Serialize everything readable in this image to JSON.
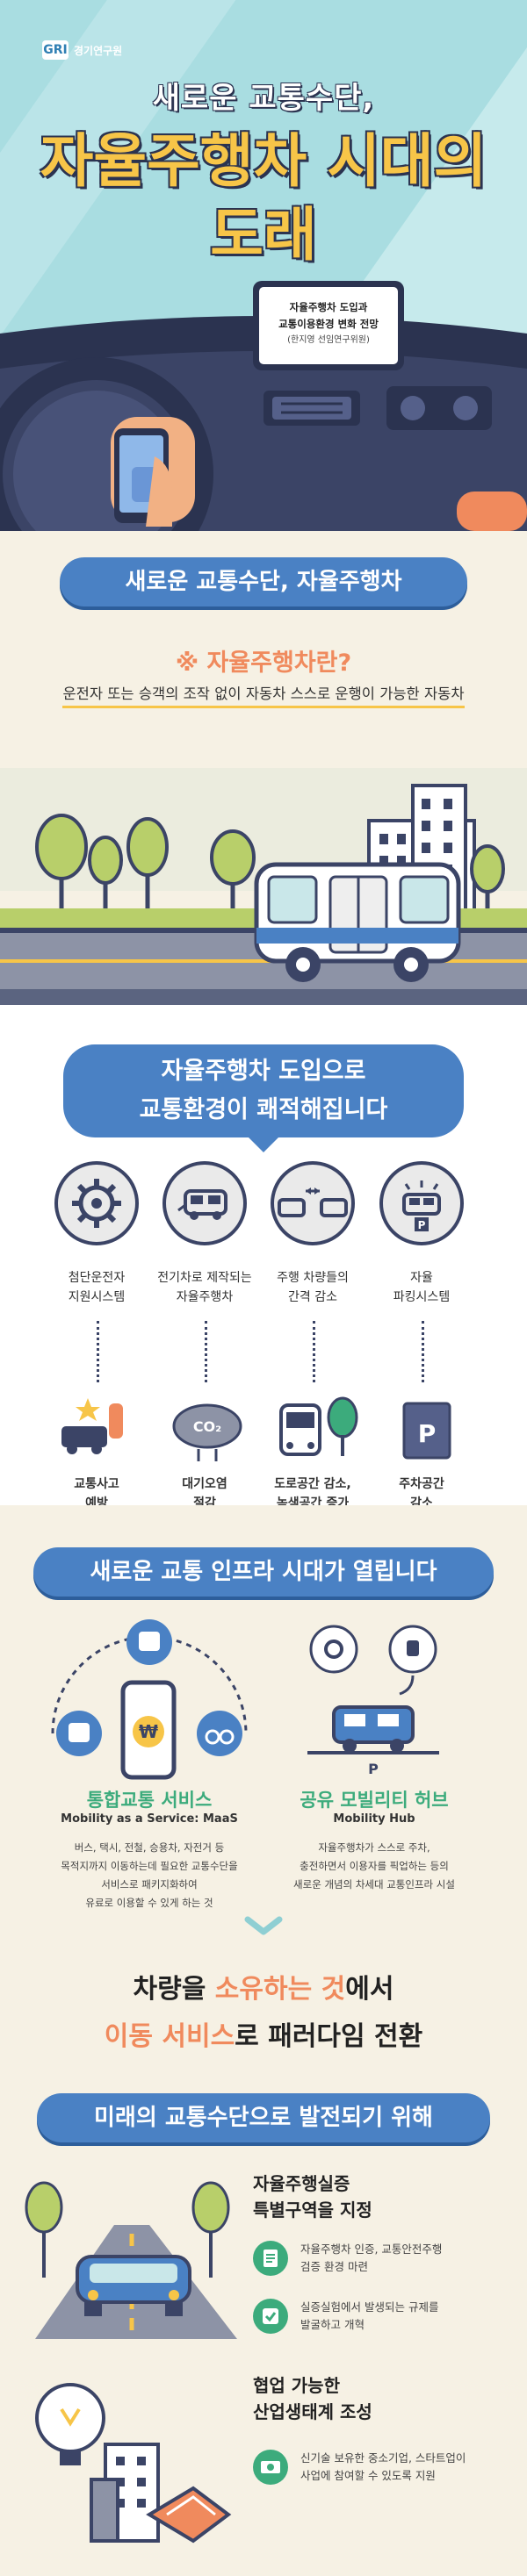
{
  "header": {
    "logo_text": "경기연구원",
    "subtitle": "새로운 교통수단,",
    "title_line1": "자율주행차 시대의",
    "title_line2": "도래"
  },
  "screen": {
    "line1": "자율주행차 도입과",
    "line2": "교통이용환경 변화 전망",
    "line3": "(한지영 선임연구위원)"
  },
  "intro": {
    "pill": "새로운 교통수단, 자율주행차",
    "question": "※ 자율주행차란?",
    "definition": "운전자 또는 승객의 조작 없이 자동차 스스로 운행이 가능한 자동차"
  },
  "benefits": {
    "heading_line1": "자율주행차 도입으로",
    "heading_line2": "교통환경이 쾌적해집니다",
    "items": [
      {
        "label1": "첨단운전자",
        "label2": "지원시스템",
        "result1": "교통사고",
        "result2": "예방"
      },
      {
        "label1": "전기차로 제작되는",
        "label2": "자율주행차",
        "result1": "대기오염",
        "result2": "절감"
      },
      {
        "label1": "주행 차량들의",
        "label2": "간격 감소",
        "result1": "도로공간 감소,",
        "result2": "녹색공간 증가"
      },
      {
        "label1": "자율",
        "label2": "파킹시스템",
        "result1": "주차공간",
        "result2": "감소"
      }
    ],
    "co2_label": "CO₂",
    "parking_label": "P"
  },
  "infra": {
    "pill": "새로운 교통 인프라 시대가 열립니다",
    "maas": {
      "title": "통합교통 서비스",
      "subtitle": "Mobility as a Service: MaaS",
      "desc1": "버스, 택시, 전철, 승용차, 자전거 등",
      "desc2": "목적지까지 이동하는데 필요한 교통수단을",
      "desc3": "서비스로 패키지화하여",
      "desc4": "유료로 이용할 수 있게 하는 것",
      "won": "₩"
    },
    "hub": {
      "title": "공유 모빌리티 허브",
      "subtitle": "Mobility Hub",
      "desc1": "자율주행차가 스스로 주차,",
      "desc2": "충전하면서 이용자를 픽업하는 등의",
      "desc3": "새로운 개념의 차세대 교통인프라 시설",
      "parking_label": "P"
    }
  },
  "paradigm": {
    "l1_a": "차량을 ",
    "l1_b": "소유하는 것",
    "l1_c": "에서",
    "l2_a": "이동 서비스",
    "l2_b": "로 패러다임 전환"
  },
  "future": {
    "pill": "미래의 교통수단으로 발전되기 위해",
    "zone_title1": "자율주행실증",
    "zone_title2": "특별구역을 지정",
    "zone_item1_l1": "자율주행차 인증, 교통안전주행",
    "zone_item1_l2": "검증 환경 마련",
    "zone_item2_l1": "실증실험에서 발생되는 규제를",
    "zone_item2_l2": "발굴하고 개혁",
    "eco_title1": "협업 가능한",
    "eco_title2": "산업생태계 조성",
    "eco_item1_l1": "신기술 보유한 중소기업, 스타트업이",
    "eco_item1_l2": "사업에 참여할 수 있도록 지원"
  },
  "colors": {
    "sky": "#a9dde1",
    "blue": "#4a81c4",
    "yellow": "#f7c548",
    "orange": "#f08a5d",
    "green": "#3cab7c",
    "navy": "#2b3350",
    "cream": "#f6f1e4"
  }
}
